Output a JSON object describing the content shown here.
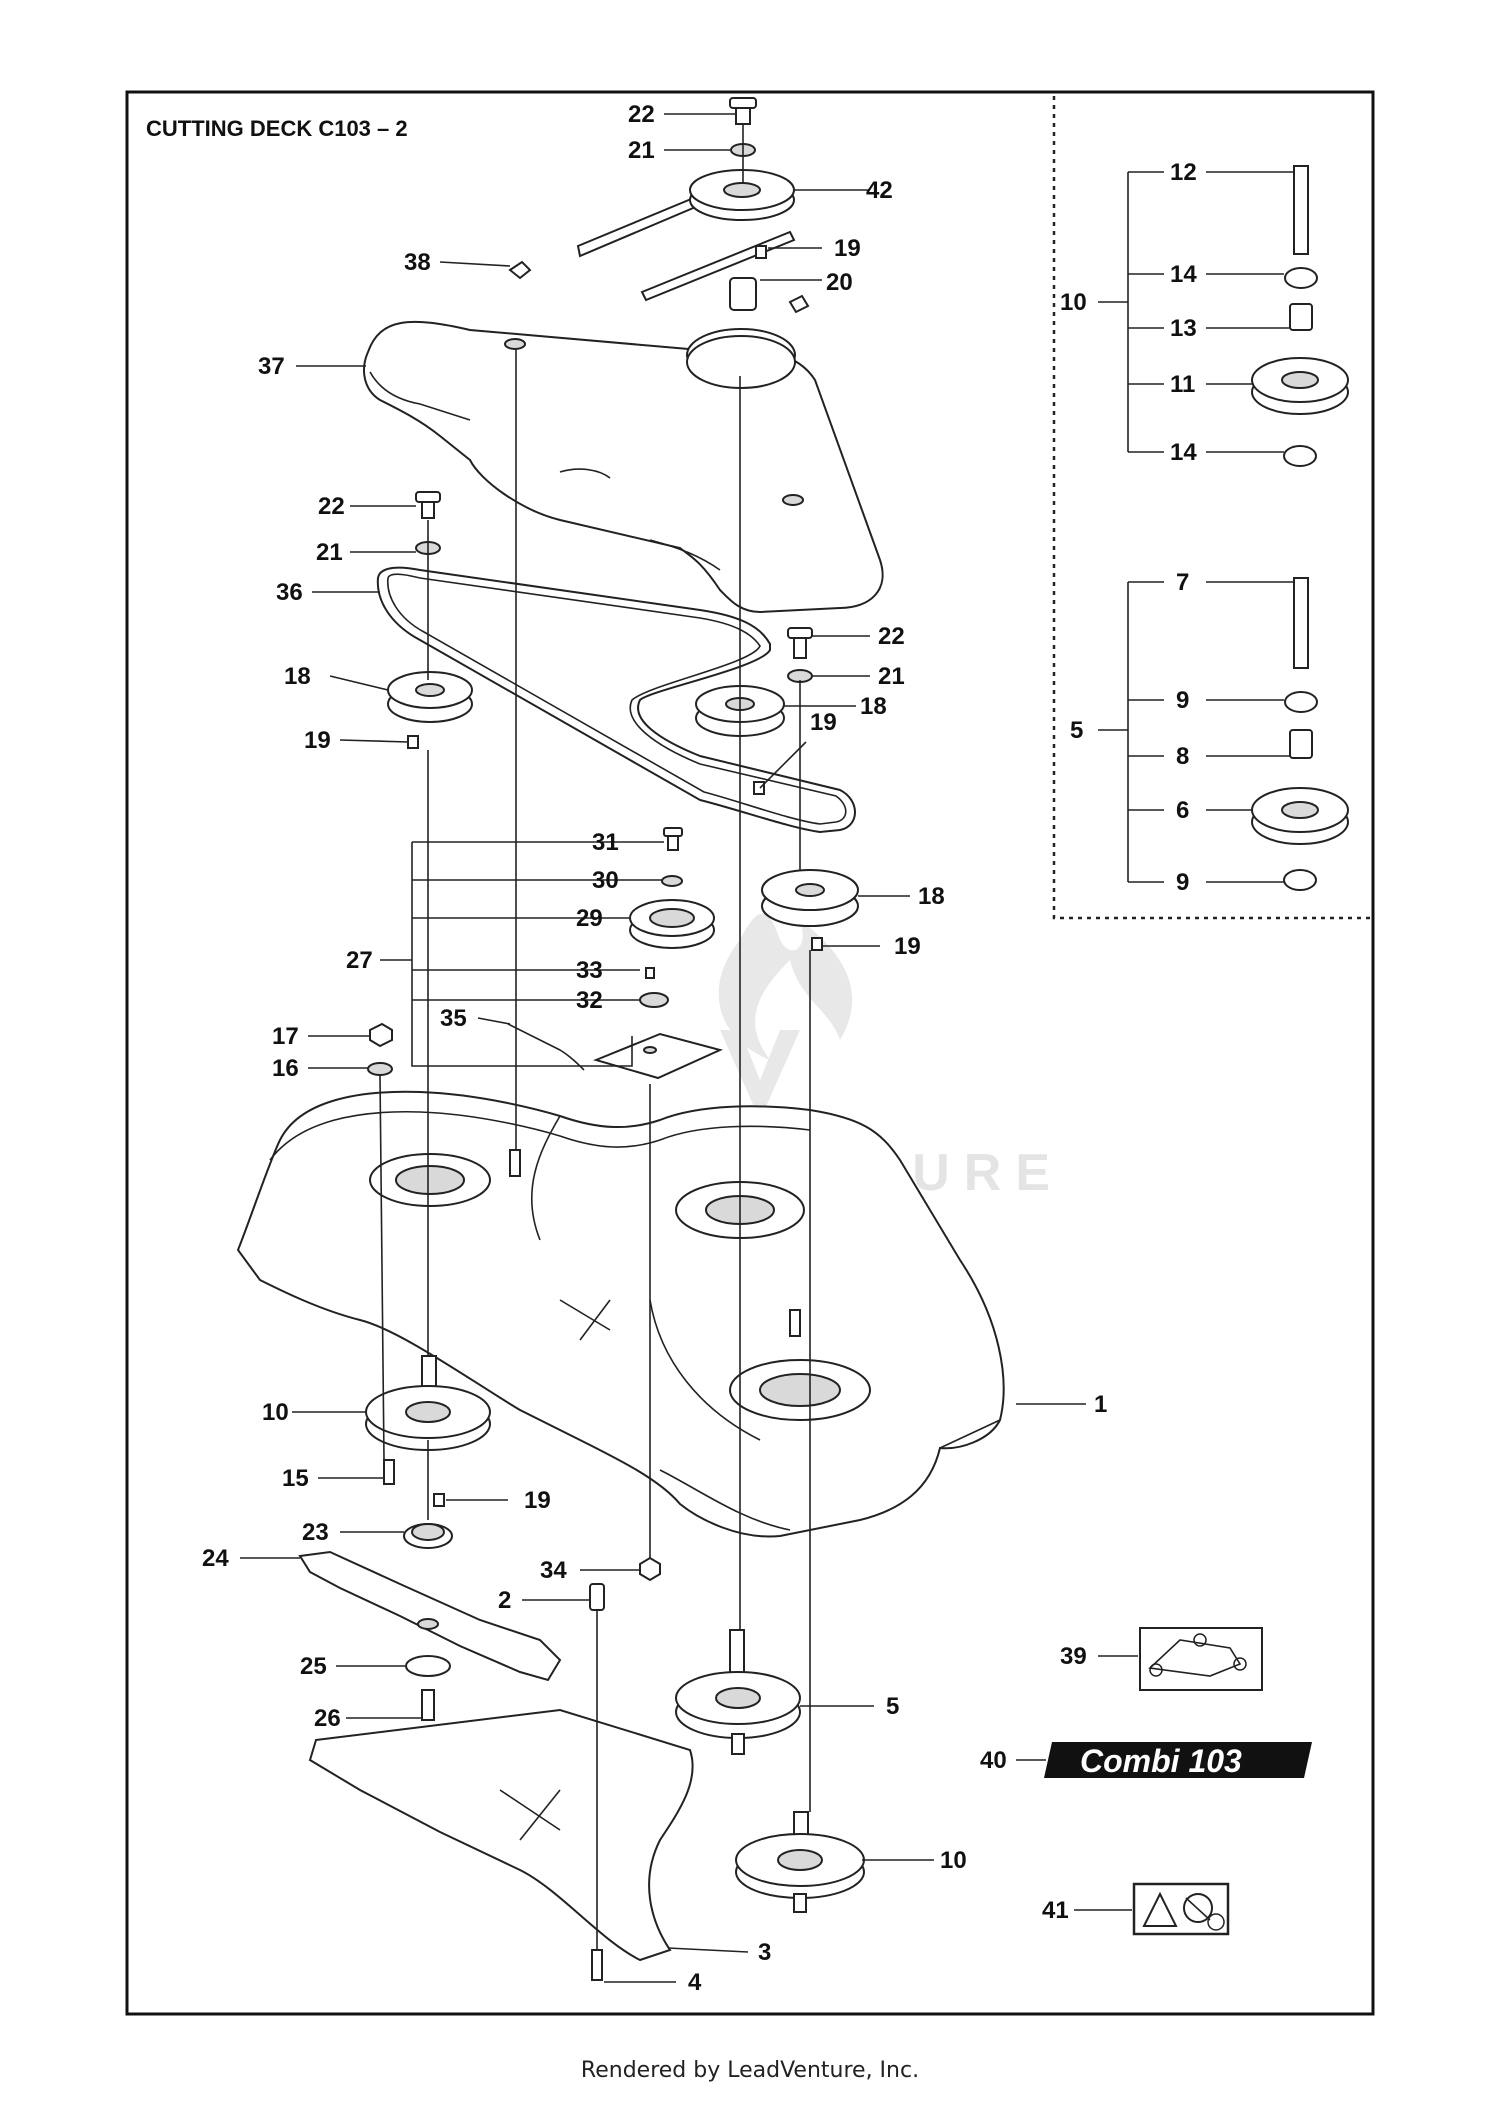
{
  "title": "CUTTING DECK C103 – 2",
  "footer": "Rendered by LeadVenture, Inc.",
  "watermark": "LEADVENTURE",
  "decal_40_text": "Combi 103",
  "colors": {
    "ink": "#222222",
    "watermark": "#e2e2e2",
    "paper": "#ffffff"
  },
  "callouts": {
    "c22a": "22",
    "c21a": "21",
    "c42": "42",
    "c19a": "19",
    "c20": "20",
    "c38": "38",
    "c37": "37",
    "c22b": "22",
    "c21b": "21",
    "c36": "36",
    "c22c": "22",
    "c21c": "21",
    "c18a": "18",
    "c19b": "19",
    "c18b": "18",
    "c19c": "19",
    "c18c": "18",
    "c19d": "19",
    "c31": "31",
    "c30": "30",
    "c29": "29",
    "c27": "27",
    "c33": "33",
    "c32": "32",
    "c35": "35",
    "c17": "17",
    "c16": "16",
    "c1": "1",
    "c10a": "10",
    "c15": "15",
    "c19e": "19",
    "c23": "23",
    "c24": "24",
    "c34": "34",
    "c2": "2",
    "c25": "25",
    "c26": "26",
    "c5a": "5",
    "c10b": "10",
    "c3": "3",
    "c4": "4",
    "c39": "39",
    "c40": "40",
    "c41": "41",
    "k12": "12",
    "k10": "10",
    "k14a": "14",
    "k13": "13",
    "k11": "11",
    "k14b": "14",
    "k7": "7",
    "k5": "5",
    "k9a": "9",
    "k8": "8",
    "k6": "6",
    "k9b": "9"
  }
}
